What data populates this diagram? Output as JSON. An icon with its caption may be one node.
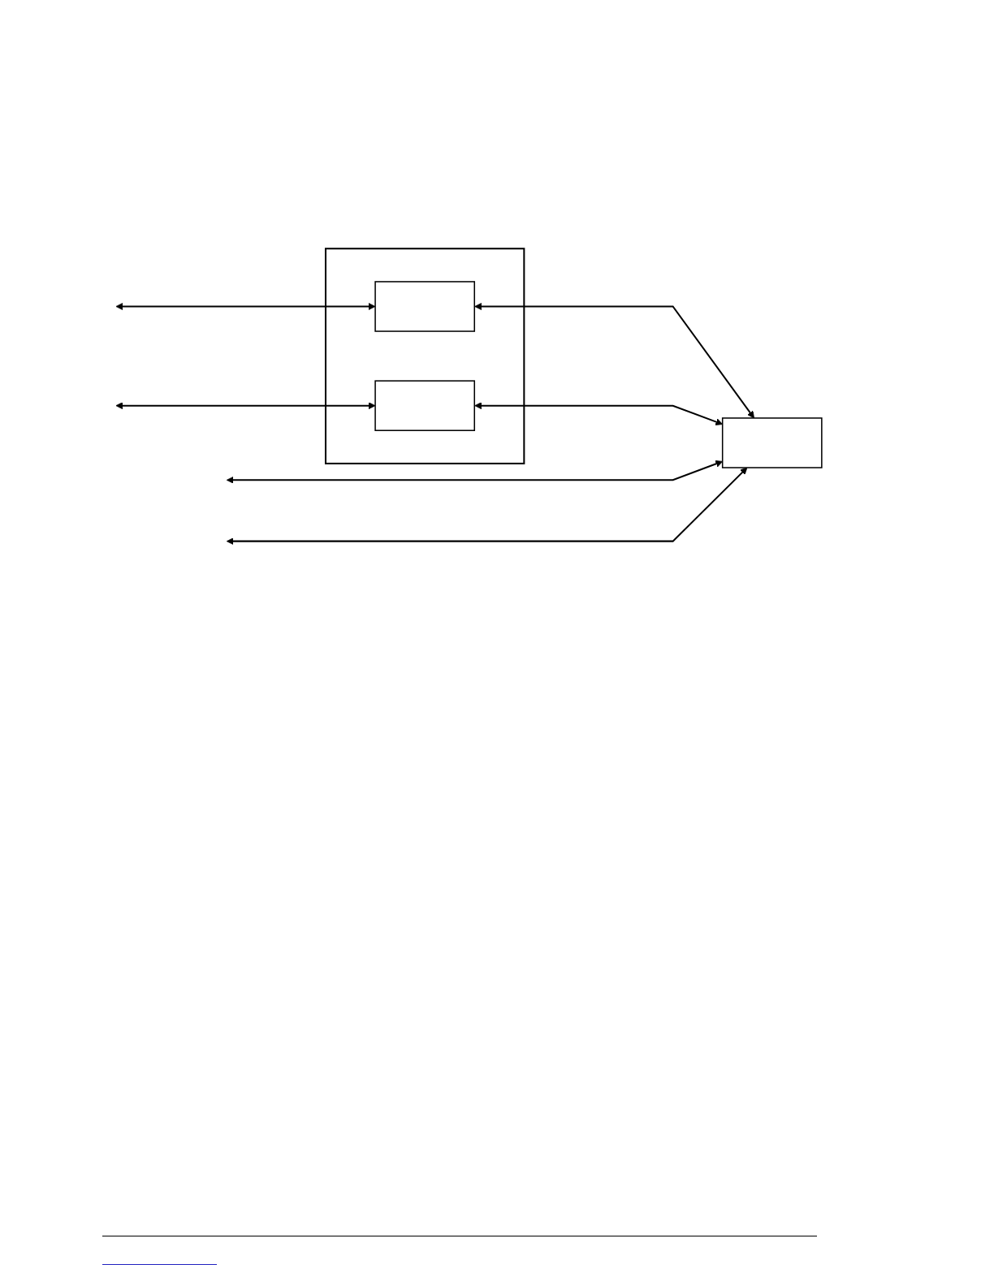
{
  "diagram": {
    "nodes": [
      {
        "text": [],
        "shape": "box"
      },
      {
        "text": [],
        "shape": "box",
        "in": 0
      },
      {
        "text": [],
        "shape": "box",
        "in": 0
      },
      {
        "text": [],
        "shape": "box"
      }
    ],
    "edges": [
      {
        "from": null,
        "to": 1,
        "arrow": "both"
      },
      {
        "from": 1,
        "to": 3,
        "arrow": "both"
      },
      {
        "from": null,
        "to": 2,
        "arrow": "both"
      },
      {
        "from": 2,
        "to": 3,
        "arrow": "both"
      },
      {
        "from": null,
        "to": 3,
        "arrow": "both"
      },
      {
        "from": null,
        "to": 3,
        "arrow": "both"
      }
    ]
  }
}
